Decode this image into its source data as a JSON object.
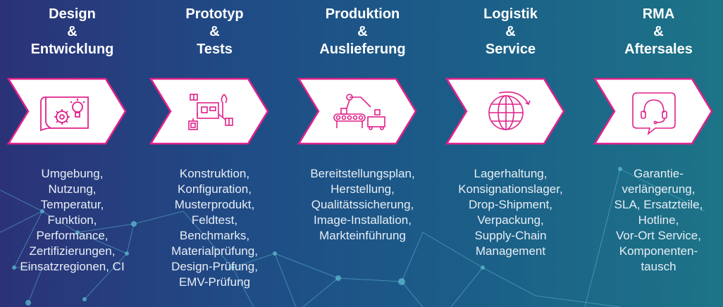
{
  "colors": {
    "accent": "#e0218a",
    "bg_left": "#2b3278",
    "bg_right": "#1d7487",
    "text": "#ffffff"
  },
  "stages": [
    {
      "title": [
        "Design",
        "&",
        "Entwicklung"
      ],
      "icon": "design-icon",
      "items": [
        "Umgebung,",
        "Nutzung,",
        "Temperatur,",
        "Funktion,",
        "Performance,",
        "Zertifizierungen,",
        "Einsatzregionen, CI"
      ]
    },
    {
      "title": [
        "Prototyp",
        "&",
        "Tests"
      ],
      "icon": "circuit-board-icon",
      "items": [
        "Konstruktion,",
        "Konfiguration,",
        "Musterprodukt,",
        "Feldtest,",
        "Benchmarks,",
        "Materialprüfung,",
        "Design-Prüfung,",
        "EMV-Prüfung"
      ]
    },
    {
      "title": [
        "Produktion",
        "&",
        "Auslieferung"
      ],
      "icon": "assembly-line-icon",
      "items": [
        "Bereitstellungsplan,",
        "Herstellung,",
        "Qualitätssicherung,",
        "Image-Installation,",
        "Markteinführung"
      ]
    },
    {
      "title": [
        "Logistik",
        "&",
        "Service"
      ],
      "icon": "globe-icon",
      "items": [
        "Lagerhaltung,",
        "Konsignationslager,",
        "Drop-Shipment,",
        "Verpackung,",
        "Supply-Chain",
        "Management"
      ]
    },
    {
      "title": [
        "RMA",
        "&",
        "Aftersales"
      ],
      "icon": "headset-icon",
      "items": [
        "Garantie-",
        "verlängerung,",
        "SLA, Ersatzteile,",
        "Hotline,",
        "Vor-Ort Service,",
        "Komponenten-",
        "tausch"
      ]
    }
  ]
}
